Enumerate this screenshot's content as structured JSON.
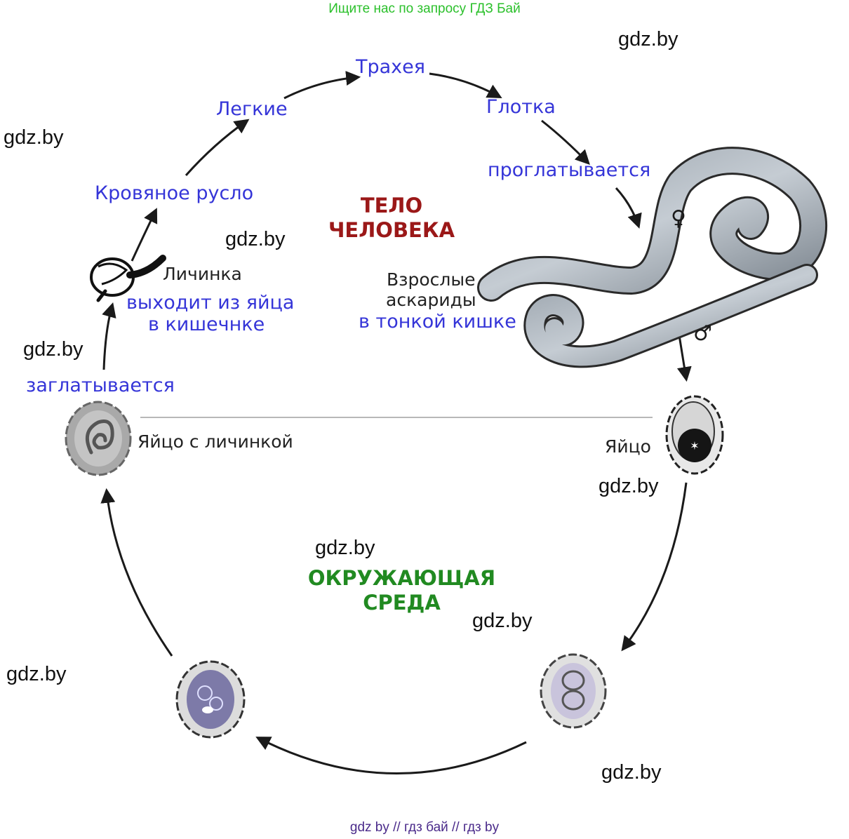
{
  "header": {
    "banner": "Ищите нас по запросу ГДЗ Бай"
  },
  "watermark": "gdz.by",
  "colors": {
    "banner": "#2bc02b",
    "stage_label": "#3535d8",
    "body_zone": "#9b1818",
    "env_zone": "#218a21",
    "footer": "#4a2a8a",
    "arrow": "#1a1a1a"
  },
  "diagram": {
    "body_zone_label": {
      "line1": "ТЕЛО",
      "line2": "ЧЕЛОВЕКА"
    },
    "environment_zone_label": {
      "line1": "ОКРУЖАЮЩАЯ",
      "line2": "СРЕДА"
    },
    "stages": {
      "trachea": "Трахея",
      "lungs": "Легкие",
      "pharynx": "Глотка",
      "swallowed": "проглатывается",
      "bloodstream": "Кровяное русло",
      "larva": "Личинка",
      "larva_exit_line1": "выходит из яйца",
      "larva_exit_line2": "в кишечнке",
      "adults_line1": "Взрослые",
      "adults_line2": "аскариды",
      "adults_line3": "в тонкой кишке",
      "swallowed_egg": "заглатывается",
      "egg_with_larva": "Яйцо с личинкой",
      "egg": "Яйцо"
    },
    "symbols": {
      "female": "♀",
      "male": "♂"
    },
    "icons": [
      "worm-female-icon",
      "worm-male-icon",
      "larva-icon",
      "egg-icon",
      "egg-with-larva-icon",
      "egg-dividing-icon",
      "egg-embryo-icon"
    ]
  },
  "footer": {
    "links": "gdz by  //  гдз бай  //  гдз by"
  }
}
